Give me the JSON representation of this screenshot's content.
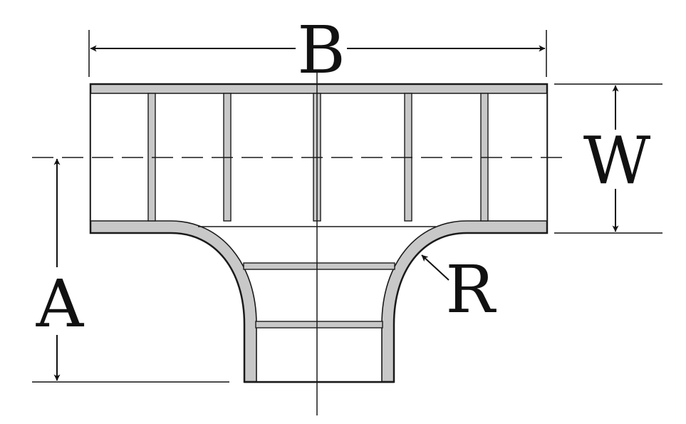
{
  "labels": {
    "b": "B",
    "w": "W",
    "a": "A",
    "r": "R"
  },
  "colors": {
    "wall_fill": "#c8c8c8",
    "outline": "#1a1a1a",
    "background": "#ffffff"
  }
}
